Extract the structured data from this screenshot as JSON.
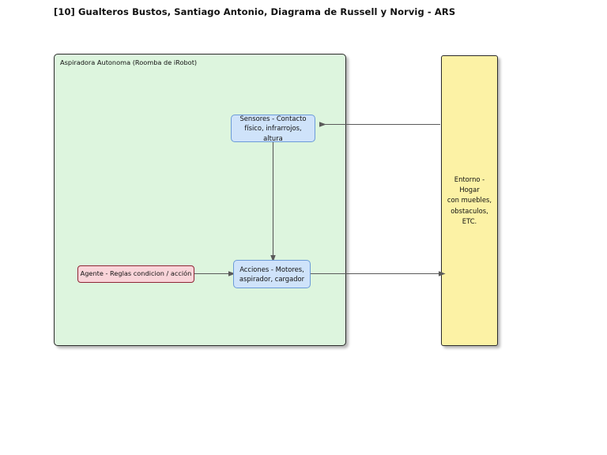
{
  "page": {
    "title": "[10] Gualteros Bustos, Santiago Antonio, Diagrama de Russell y Norvig - ARS",
    "background_color": "#ffffff"
  },
  "diagram": {
    "type": "russell-norvig-agent-diagram",
    "agent_container": {
      "label": "Aspiradora Autonoma (Roomba de iRobot)",
      "fill_color": "#ddf5de",
      "border_color": "#2b2b2b"
    },
    "environment": {
      "label": "Entorno - Hogar con muebles, obstaculos, ETC.",
      "lines": [
        "Entorno - Hogar",
        "con muebles,",
        "obstaculos,",
        "ETC."
      ],
      "fill_color": "#fcf2a5",
      "border_color": "#2b2b2b"
    },
    "nodes": [
      {
        "id": "sensors",
        "label": "Sensores - Contacto físico, infrarrojos, altura",
        "lines": [
          "Sensores - Contacto",
          "físico, infrarrojos, altura"
        ],
        "fill_color": "#cfe3fa",
        "border_color": "#6b9bd8"
      },
      {
        "id": "actions",
        "label": "Acciones - Motores, aspirador, cargador",
        "lines": [
          "Acciones - Motores,",
          "aspirador, cargador"
        ],
        "fill_color": "#cfe3fa",
        "border_color": "#6b9bd8"
      },
      {
        "id": "agent-rules",
        "label": "Agente - Reglas condicion / acción",
        "lines": [
          "Agente - Reglas condicion / acción"
        ],
        "fill_color": "#f9d4d9",
        "border_color": "#8f2535"
      }
    ],
    "connectors": [
      {
        "id": "environment-to-sensors",
        "from": "environment",
        "to": "sensors",
        "direction": "left",
        "color": "#5a5a5a"
      },
      {
        "id": "sensors-to-actions",
        "from": "sensors",
        "to": "actions",
        "direction": "down",
        "color": "#5a5a5a"
      },
      {
        "id": "agent-rules-to-actions",
        "from": "agent-rules",
        "to": "actions",
        "direction": "right",
        "color": "#5a5a5a"
      },
      {
        "id": "actions-to-environment",
        "from": "actions",
        "to": "environment",
        "direction": "right",
        "color": "#5a5a5a"
      }
    ]
  }
}
